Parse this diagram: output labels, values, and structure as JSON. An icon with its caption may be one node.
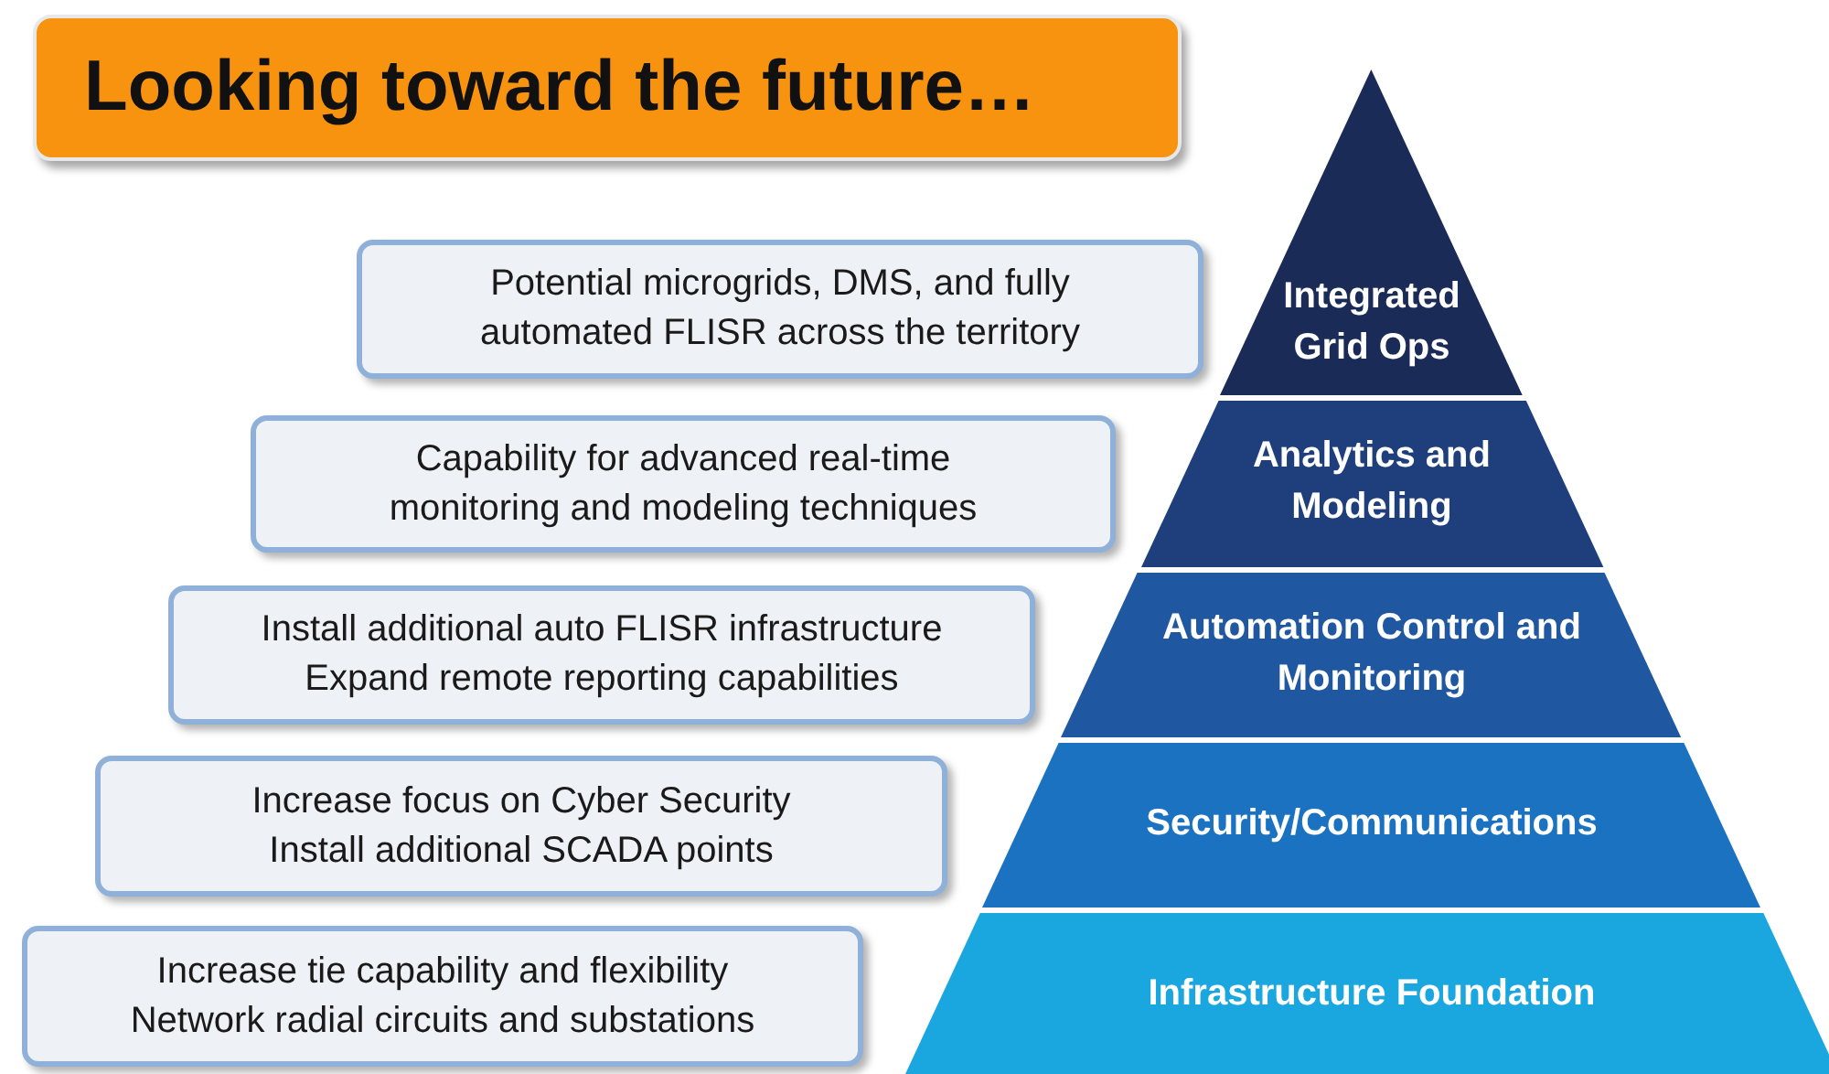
{
  "diagram": {
    "title": "Looking toward the future…",
    "nodes": [
      {
        "text": [
          "Potential microgrids, DMS, and fully automated FLISR across the territory"
        ]
      },
      {
        "text": [
          "Integrated Grid Ops"
        ]
      },
      {
        "text": [
          "Capability for advanced real-time monitoring and modeling techniques"
        ]
      },
      {
        "text": [
          "Analytics and Modeling"
        ]
      },
      {
        "text": [
          "Install additional auto FLISR infrastructure",
          "Expand remote reporting capabilities"
        ]
      },
      {
        "text": [
          "Automation Control and Monitoring"
        ]
      },
      {
        "text": [
          "Increase focus on Cyber Security",
          "Install additional SCADA points"
        ]
      },
      {
        "text": [
          "Security/Communications"
        ]
      },
      {
        "text": [
          "Increase tie capability and flexibility",
          "Network radial circuits and substations"
        ]
      },
      {
        "text": [
          "Infrastructure Foundation"
        ]
      }
    ]
  }
}
